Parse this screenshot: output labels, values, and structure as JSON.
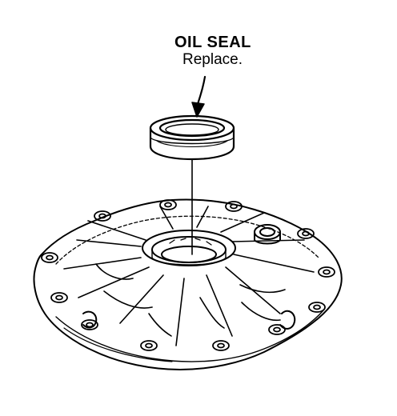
{
  "callout": {
    "title": "OIL SEAL",
    "note": "Replace."
  },
  "colors": {
    "ink": "#000000",
    "paper": "#ffffff"
  },
  "parts": {
    "seal": "oil-seal",
    "housing": "transmission-end-cover"
  }
}
